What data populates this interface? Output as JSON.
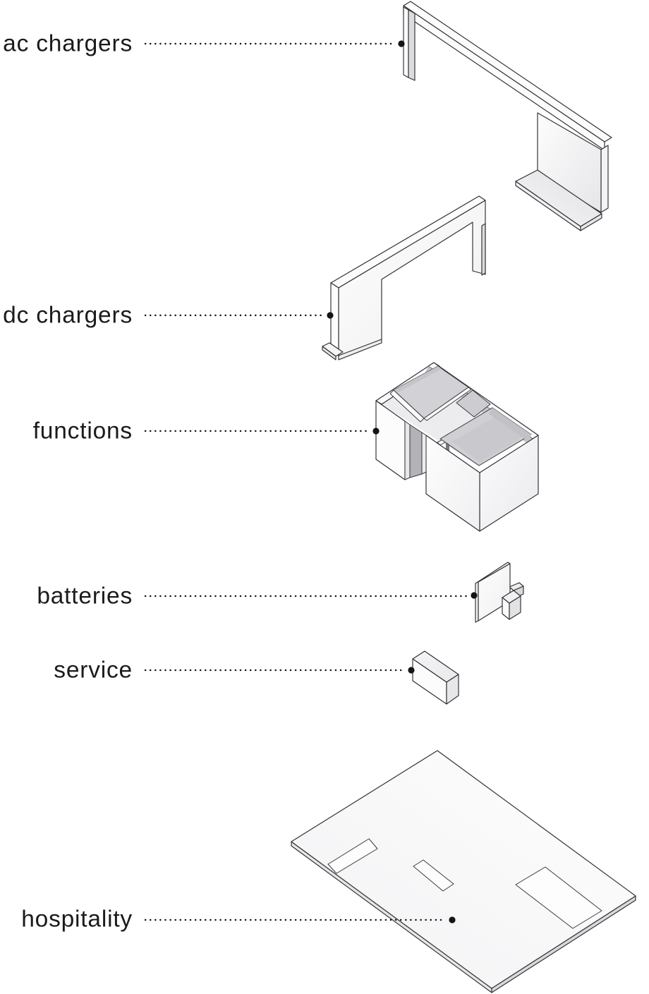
{
  "diagram": {
    "background": "#ffffff",
    "layers": [
      {
        "id": "ac-chargers",
        "label": "ac chargers"
      },
      {
        "id": "dc-chargers",
        "label": "dc chargers"
      },
      {
        "id": "functions",
        "label": "functions"
      },
      {
        "id": "batteries",
        "label": "batteries"
      },
      {
        "id": "service",
        "label": "service"
      },
      {
        "id": "hospitality",
        "label": "hospitality"
      }
    ],
    "colors": {
      "ink": "#2e2e32",
      "label_text": "#1b1b1d",
      "leader": "#141414",
      "face_white": "#fcfcfd",
      "face_light": "#ececef",
      "face_mid": "#d6d6d9",
      "face_dark": "#c3c3c7",
      "doorway": "#b2b2b7"
    }
  }
}
